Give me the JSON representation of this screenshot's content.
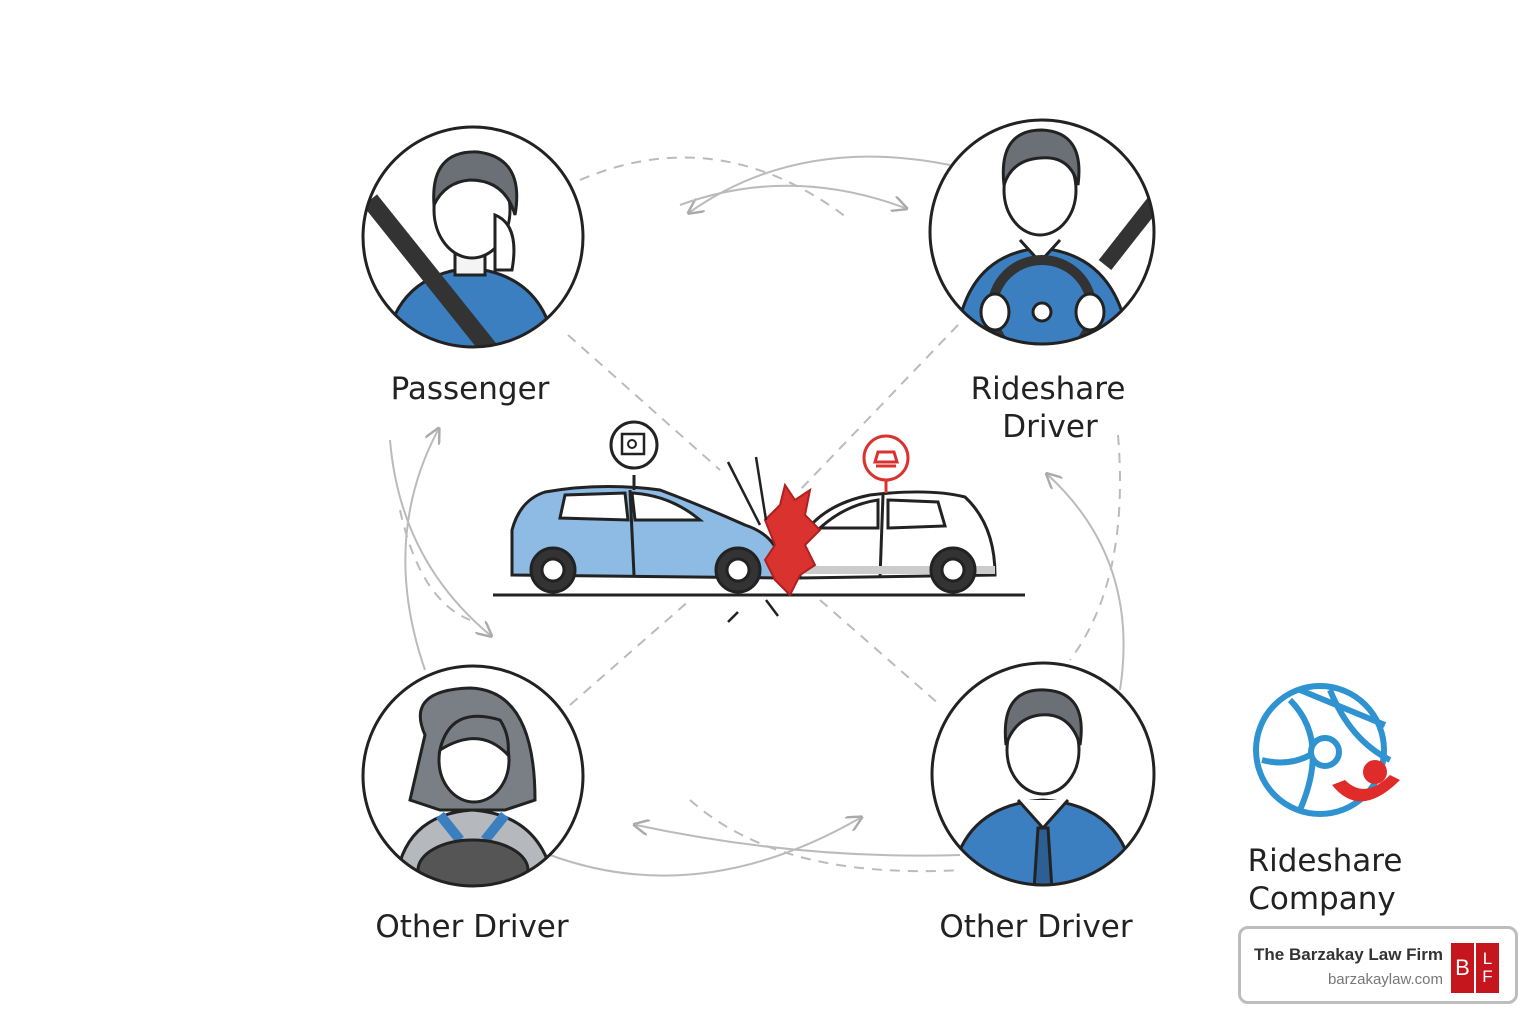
{
  "nodes": {
    "passenger": "Passenger",
    "rideshare_driver_line1": "Rideshare",
    "rideshare_driver_line2": "Driver",
    "other_driver_left": "Other Driver",
    "other_driver_right": "Other Driver",
    "rideshare_company_line1": "Rideshare",
    "rideshare_company_line2": "Company"
  },
  "badge": {
    "firm_name": "The Barzakay Law Firm",
    "website": "barzakaylaw.com",
    "logo_letters": [
      "B",
      "L",
      "F"
    ]
  },
  "colors": {
    "blue": "#3b7fc0",
    "light_blue": "#8dbbe3",
    "red": "#d9322f",
    "gray_line": "#b8b8b8",
    "logo_blue": "#2f93d1"
  }
}
